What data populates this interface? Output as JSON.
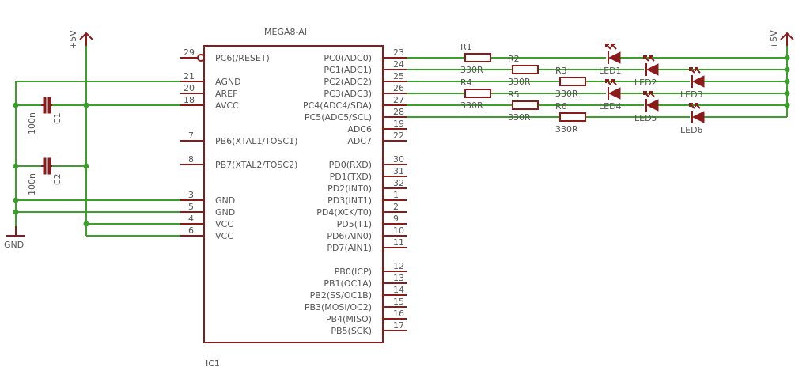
{
  "chip": {
    "name": "MEGA8-AI",
    "ref": "IC1"
  },
  "left_pins": [
    {
      "num": "29",
      "name": "PC6(/RESET)"
    },
    {
      "num": "21",
      "name": "AGND"
    },
    {
      "num": "20",
      "name": "AREF"
    },
    {
      "num": "18",
      "name": "AVCC"
    },
    {
      "num": "7",
      "name": "PB6(XTAL1/TOSC1)"
    },
    {
      "num": "8",
      "name": "PB7(XTAL2/TOSC2)"
    },
    {
      "num": "3",
      "name": "GND"
    },
    {
      "num": "5",
      "name": "GND"
    },
    {
      "num": "4",
      "name": "VCC"
    },
    {
      "num": "6",
      "name": "VCC"
    }
  ],
  "right_pins": [
    {
      "num": "23",
      "name": "PC0(ADC0)"
    },
    {
      "num": "24",
      "name": "PC1(ADC1)"
    },
    {
      "num": "25",
      "name": "PC2(ADC2)"
    },
    {
      "num": "26",
      "name": "PC3(ADC3)"
    },
    {
      "num": "27",
      "name": "PC4(ADC4/SDA)"
    },
    {
      "num": "28",
      "name": "PC5(ADC5/SCL)"
    },
    {
      "num": "19",
      "name": "ADC6"
    },
    {
      "num": "22",
      "name": "ADC7"
    },
    {
      "num": "30",
      "name": "PD0(RXD)"
    },
    {
      "num": "31",
      "name": "PD1(TXD)"
    },
    {
      "num": "32",
      "name": "PD2(INT0)"
    },
    {
      "num": "1",
      "name": "PD3(INT1)"
    },
    {
      "num": "2",
      "name": "PD4(XCK/T0)"
    },
    {
      "num": "9",
      "name": "PD5(T1)"
    },
    {
      "num": "10",
      "name": "PD6(AIN0)"
    },
    {
      "num": "11",
      "name": "PD7(AIN1)"
    },
    {
      "num": "12",
      "name": "PB0(ICP)"
    },
    {
      "num": "13",
      "name": "PB1(OC1A)"
    },
    {
      "num": "14",
      "name": "PB2(SS/OC1B)"
    },
    {
      "num": "15",
      "name": "PB3(MOSI/OC2)"
    },
    {
      "num": "16",
      "name": "PB4(MISO)"
    },
    {
      "num": "17",
      "name": "PB5(SCK)"
    }
  ],
  "resistors": [
    {
      "ref": "R1",
      "value": "330R"
    },
    {
      "ref": "R2",
      "value": "330R"
    },
    {
      "ref": "R3",
      "value": "330R"
    },
    {
      "ref": "R4",
      "value": "330R"
    },
    {
      "ref": "R5",
      "value": "330R"
    },
    {
      "ref": "R6",
      "value": "330R"
    }
  ],
  "leds": [
    {
      "ref": "LED1"
    },
    {
      "ref": "LED2"
    },
    {
      "ref": "LED3"
    },
    {
      "ref": "LED4"
    },
    {
      "ref": "LED5"
    },
    {
      "ref": "LED6"
    }
  ],
  "capacitors": [
    {
      "ref": "C1",
      "value": "100n"
    },
    {
      "ref": "C2",
      "value": "100n"
    }
  ],
  "power": {
    "vcc_left": "+5V",
    "vcc_right": "+5V",
    "gnd": "GND"
  }
}
